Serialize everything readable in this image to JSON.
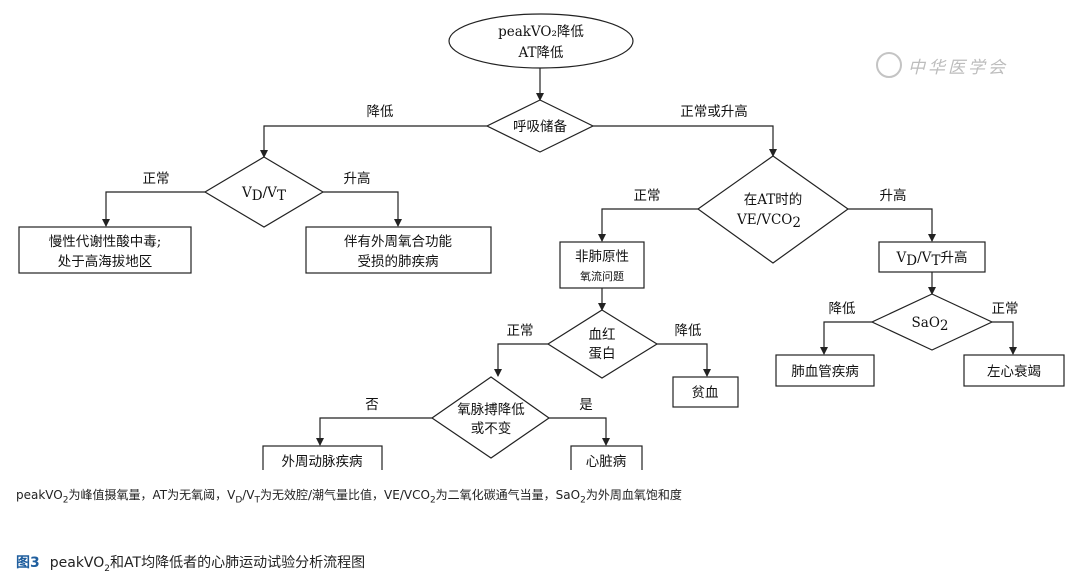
{
  "figure": {
    "label": "图3",
    "caption_parts": [
      "peakVO",
      "2",
      "和AT均降低者的心肺运动试验分析流程图"
    ]
  },
  "note_parts": [
    "peakVO",
    "2",
    "为峰值摄氧量，AT为无氧阈，V",
    "D",
    "/V",
    "T",
    "为无效腔/潮气量比值，VE/VCO",
    "2",
    "为二氧化碳通气当量，SaO",
    "2",
    "为外周血氧饱和度"
  ],
  "watermark": {
    "text": "中华医学会"
  },
  "nodes": {
    "start_line1": "peakVO₂降低",
    "start_line2": "AT降低",
    "reserve": "呼吸储备",
    "vdvt_v1": "V",
    "vdvt_d": "D",
    "vdvt_v2": "/V",
    "vdvt_t": "T",
    "metabolic_line1": "慢性代谢性酸中毒;",
    "metabolic_line2": "处于高海拔地区",
    "lung_disease_line1": "伴有外周氧合功能",
    "lung_disease_line2": "受损的肺疾病",
    "vevco_line1": "在AT时的",
    "vevco_line2": "VE/VCO",
    "vevco_sub": "2",
    "nonpulm_line1": "非肺原性",
    "nonpulm_line2": "氧流问题",
    "vdvt_high_v1": "V",
    "vdvt_high_d": "D",
    "vdvt_high_v2": "/V",
    "vdvt_high_t": "T",
    "vdvt_high_tail": "升高",
    "sao2_main": "SaO",
    "sao2_sub": "2",
    "hb_line1": "血红",
    "hb_line2": "蛋白",
    "pulm_vasc": "肺血管疾病",
    "lhf": "左心衰竭",
    "pulse_line1": "氧脉搏降低",
    "pulse_line2": "或不变",
    "anemia": "贫血",
    "pad": "外周动脉疾病",
    "heart": "心脏病"
  },
  "edges": {
    "reserve_low": "降低",
    "reserve_normal_high": "正常或升高",
    "vdvt_normal": "正常",
    "vdvt_high": "升高",
    "vevco_normal": "正常",
    "vevco_high": "升高",
    "sao2_low": "降低",
    "sao2_normal": "正常",
    "hb_normal": "正常",
    "hb_low": "降低",
    "pulse_no": "否",
    "pulse_yes": "是"
  }
}
